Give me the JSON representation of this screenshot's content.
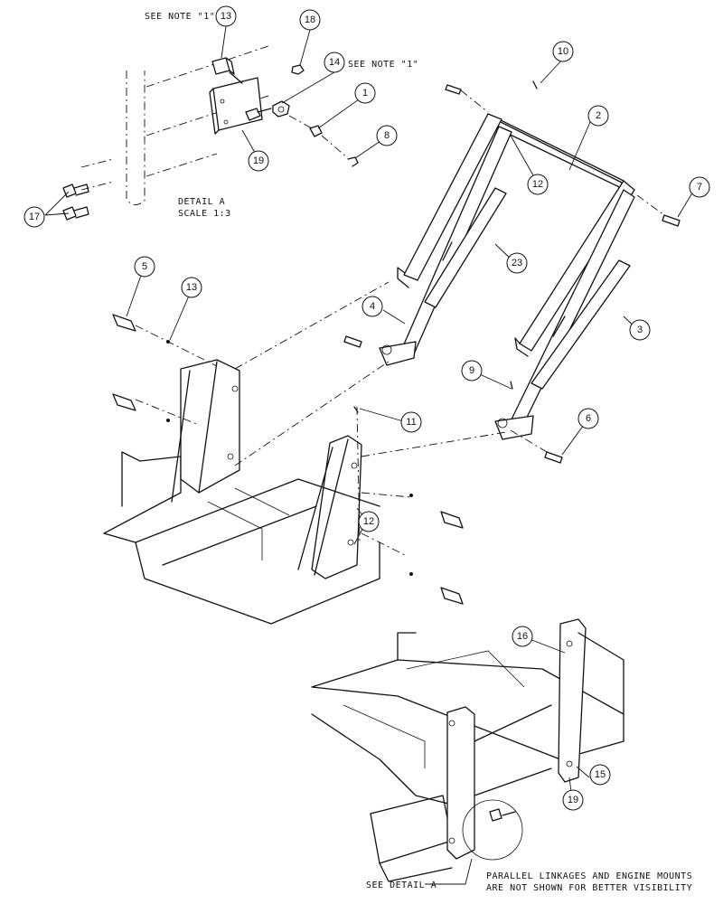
{
  "callouts": [
    "1",
    "2",
    "3",
    "4",
    "5",
    "6",
    "7",
    "8",
    "9",
    "10",
    "11",
    "12",
    "13",
    "14",
    "15",
    "16",
    "17",
    "18",
    "19",
    "23"
  ],
  "notes": {
    "see_note_top": "SEE NOTE \"1\"",
    "see_note_right": "SEE NOTE \"1\"",
    "detail_a_title": "DETAIL  A",
    "detail_a_scale": "SCALE  1:3",
    "see_detail_a": "SEE DETAIL  A",
    "footnote_line1": "PARALLEL LINKAGES AND ENGINE MOUNTS",
    "footnote_line2": "ARE NOT SHOWN FOR BETTER VISIBILITY"
  }
}
